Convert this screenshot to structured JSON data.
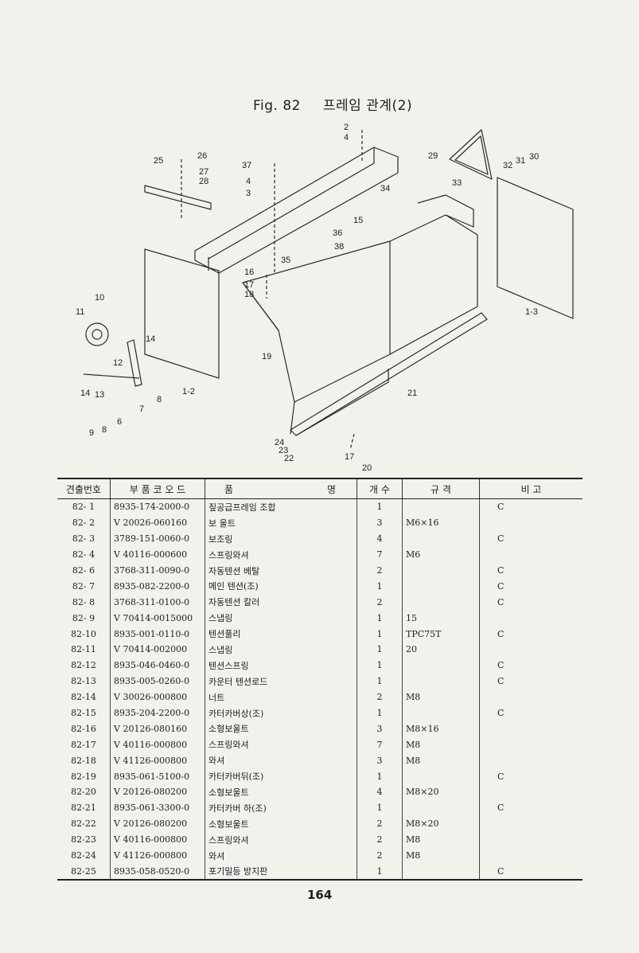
{
  "figure": {
    "number": "Fig. 82",
    "title": "프레임 관계(2)"
  },
  "callouts": [
    {
      "id": "c2",
      "text": "2"
    },
    {
      "id": "c4a",
      "text": "4"
    },
    {
      "id": "c29",
      "text": "29"
    },
    {
      "id": "c30",
      "text": "30"
    },
    {
      "id": "c31",
      "text": "31"
    },
    {
      "id": "c32",
      "text": "32"
    },
    {
      "id": "c33",
      "text": "33"
    },
    {
      "id": "c25",
      "text": "25"
    },
    {
      "id": "c26",
      "text": "26"
    },
    {
      "id": "c27",
      "text": "27"
    },
    {
      "id": "c28",
      "text": "28"
    },
    {
      "id": "c37",
      "text": "37"
    },
    {
      "id": "c4b",
      "text": "4"
    },
    {
      "id": "c3",
      "text": "3"
    },
    {
      "id": "c34",
      "text": "34"
    },
    {
      "id": "c15",
      "text": "15"
    },
    {
      "id": "c36",
      "text": "36"
    },
    {
      "id": "c38",
      "text": "38"
    },
    {
      "id": "c35",
      "text": "35"
    },
    {
      "id": "c16",
      "text": "16"
    },
    {
      "id": "c17a",
      "text": "17"
    },
    {
      "id": "c18",
      "text": "18"
    },
    {
      "id": "c1_3",
      "text": "1-3"
    },
    {
      "id": "c10",
      "text": "10"
    },
    {
      "id": "c11",
      "text": "11"
    },
    {
      "id": "c14a",
      "text": "14"
    },
    {
      "id": "c12",
      "text": "12"
    },
    {
      "id": "c19",
      "text": "19"
    },
    {
      "id": "c21",
      "text": "21"
    },
    {
      "id": "c14b",
      "text": "14"
    },
    {
      "id": "c13",
      "text": "13"
    },
    {
      "id": "c7",
      "text": "7"
    },
    {
      "id": "c8a",
      "text": "8"
    },
    {
      "id": "c1_2",
      "text": "1-2"
    },
    {
      "id": "c6",
      "text": "6"
    },
    {
      "id": "c9",
      "text": "9"
    },
    {
      "id": "c8b",
      "text": "8"
    },
    {
      "id": "c24",
      "text": "24"
    },
    {
      "id": "c23",
      "text": "23"
    },
    {
      "id": "c22",
      "text": "22"
    },
    {
      "id": "c17b",
      "text": "17"
    },
    {
      "id": "c20",
      "text": "20"
    }
  ],
  "table": {
    "headers": {
      "no": "견출번호",
      "code": "부 품 코 오 드",
      "name_left": "품",
      "name_right": "명",
      "qty": "개 수",
      "spec": "규    격",
      "note": "비        고"
    },
    "rows": [
      {
        "no": "82- 1",
        "code": "8935-174-2000-0",
        "name": "짚공급프레임 조합",
        "qty": "1",
        "spec": "",
        "note": "C"
      },
      {
        "no": "82- 2",
        "code": "V 20026-060160",
        "name": "보 울트",
        "qty": "3",
        "spec": "M6×16",
        "note": ""
      },
      {
        "no": "82- 3",
        "code": "3789-151-0060-0",
        "name": "보조링",
        "qty": "4",
        "spec": "",
        "note": "C"
      },
      {
        "no": "82- 4",
        "code": "V 40116-000600",
        "name": "스프링와셔",
        "qty": "7",
        "spec": "M6",
        "note": ""
      },
      {
        "no": "82- 6",
        "code": "3768-311-0090-0",
        "name": "자동텐션 베탈",
        "qty": "2",
        "spec": "",
        "note": "C"
      },
      {
        "no": "82- 7",
        "code": "8935-082-2200-0",
        "name": "메인 텐션(조)",
        "qty": "1",
        "spec": "",
        "note": "C"
      },
      {
        "no": "82- 8",
        "code": "3768-311-0100-0",
        "name": "자동텐션 칼러",
        "qty": "2",
        "spec": "",
        "note": "C"
      },
      {
        "no": "82- 9",
        "code": "V 70414-0015000",
        "name": "스냅링",
        "qty": "1",
        "spec": "15",
        "note": ""
      },
      {
        "no": "82-10",
        "code": "8935-001-0110-0",
        "name": "텐션풀리",
        "qty": "1",
        "spec": "TPC75T",
        "note": "C"
      },
      {
        "no": "82-11",
        "code": "V 70414-002000",
        "name": "스냅링",
        "qty": "1",
        "spec": "20",
        "note": ""
      },
      {
        "no": "82-12",
        "code": "8935-046-0460-0",
        "name": "텐션스프링",
        "qty": "1",
        "spec": "",
        "note": "C"
      },
      {
        "no": "82-13",
        "code": "8935-005-0260-0",
        "name": "카운터 텐션로드",
        "qty": "1",
        "spec": "",
        "note": "C"
      },
      {
        "no": "82-14",
        "code": "V 30026-000800",
        "name": "너트",
        "qty": "2",
        "spec": "M8",
        "note": ""
      },
      {
        "no": "82-15",
        "code": "8935-204-2200-0",
        "name": "카터카버상(조)",
        "qty": "1",
        "spec": "",
        "note": "C"
      },
      {
        "no": "82-16",
        "code": "V 20126-080160",
        "name": "소형보울트",
        "qty": "3",
        "spec": "M8×16",
        "note": ""
      },
      {
        "no": "82-17",
        "code": "V 40116-000800",
        "name": "스프링와셔",
        "qty": "7",
        "spec": "M8",
        "note": ""
      },
      {
        "no": "82-18",
        "code": "V 41126-000800",
        "name": "와셔",
        "qty": "3",
        "spec": "M8",
        "note": ""
      },
      {
        "no": "82-19",
        "code": "8935-061-5100-0",
        "name": "카터카버뒤(조)",
        "qty": "1",
        "spec": "",
        "note": "C"
      },
      {
        "no": "82-20",
        "code": "V 20126-080200",
        "name": "소형보울트",
        "qty": "4",
        "spec": "M8×20",
        "note": ""
      },
      {
        "no": "82-21",
        "code": "8935-061-3300-0",
        "name": "카터카버 하(조)",
        "qty": "1",
        "spec": "",
        "note": "C"
      },
      {
        "no": "82-22",
        "code": "V 20126-080200",
        "name": "소형보울트",
        "qty": "2",
        "spec": "M8×20",
        "note": ""
      },
      {
        "no": "82-23",
        "code": "V 40116-000800",
        "name": "스프링와셔",
        "qty": "2",
        "spec": "M8",
        "note": ""
      },
      {
        "no": "82-24",
        "code": "V 41126-000800",
        "name": "와셔",
        "qty": "2",
        "spec": "M8",
        "note": ""
      },
      {
        "no": "82-25",
        "code": "8935-058-0520-0",
        "name": "포기밀등 방지판",
        "qty": "1",
        "spec": "",
        "note": "C"
      }
    ]
  },
  "page_number": "164"
}
